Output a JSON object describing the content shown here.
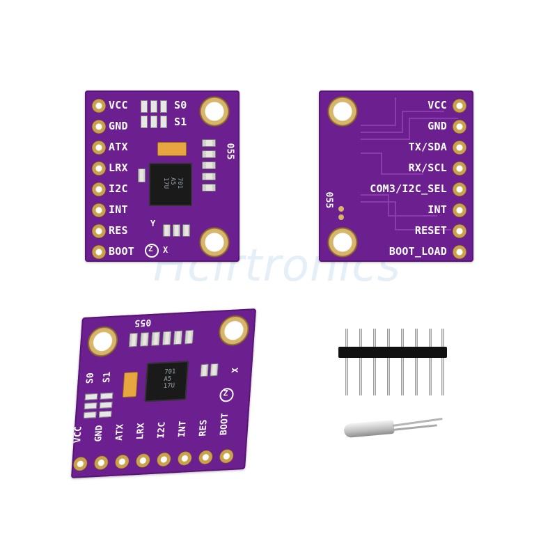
{
  "watermark": "Hcirtronics",
  "board_front": {
    "pins": [
      "VCC",
      "GND",
      "ATX",
      "LRX",
      "I2C",
      "INT",
      "RES",
      "BOOT"
    ],
    "jumper_labels": [
      "S0",
      "S1"
    ],
    "board_code": "055",
    "chip_text": "701\nA5\n17U",
    "axis_labels": {
      "y": "Y",
      "z": "Z",
      "x": "X"
    }
  },
  "board_back": {
    "pins": [
      "VCC",
      "GND",
      "TX/SDA",
      "RX/SCL",
      "COM3/I2C_SEL",
      "INT",
      "RESET",
      "BOOT_LOAD"
    ],
    "board_code": "055"
  },
  "board_angled": {
    "pins": [
      "VCC",
      "GND",
      "ATX",
      "LRX",
      "I2C",
      "INT",
      "RES",
      "BOOT"
    ],
    "jumper_labels": [
      "S0",
      "S1"
    ],
    "board_code": "055",
    "chip_text": "701\nA5\n17U",
    "axis_labels": {
      "x": "X",
      "z": "Z"
    }
  },
  "accessories": {
    "header_pin_count": 8,
    "crystal": "crystal-oscillator"
  },
  "colors": {
    "pcb": "#6c1f8e",
    "pad": "#c9a24b",
    "silkscreen": "#ffffff"
  }
}
